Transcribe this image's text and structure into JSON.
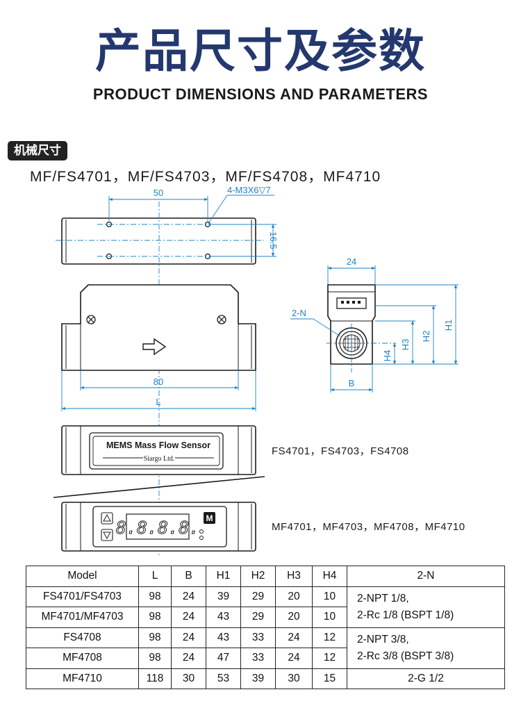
{
  "header": {
    "title_cn": "产品尺寸及参数",
    "title_en": "PRODUCT DIMENSIONS AND PARAMETERS"
  },
  "section": {
    "tag": "机械尺寸",
    "models": "MF/FS4701，MF/FS4703，MF/FS4708，MF4710"
  },
  "drawing": {
    "dim_50": "50",
    "hole_note": "4-M3X6▽7",
    "dim_16_5": "16.5",
    "dim_80": "80",
    "dim_L": "L",
    "dim_24": "24",
    "port_label": "2-N",
    "dim_B": "B",
    "dim_H1": "H1",
    "dim_H2": "H2",
    "dim_H3": "H3",
    "dim_H4": "H4",
    "panel_title": "MEMS Mass Flow Sensor",
    "panel_brand": "Siargo Ltd.",
    "display_value": "8.8.8.8.",
    "m_button": "M",
    "fs_models_caption": "FS4701，FS4703，FS4708",
    "mf_models_caption": "MF4701，MF4703，MF4708，MF4710"
  },
  "table": {
    "headers": [
      "Model",
      "L",
      "B",
      "H1",
      "H2",
      "H3",
      "H4",
      "2-N"
    ],
    "rows": [
      {
        "model": "FS4701/FS4703",
        "L": "98",
        "B": "24",
        "H1": "39",
        "H2": "29",
        "H3": "20",
        "H4": "10"
      },
      {
        "model": "MF4701/MF4703",
        "L": "98",
        "B": "24",
        "H1": "43",
        "H2": "29",
        "H3": "20",
        "H4": "10"
      },
      {
        "model": "FS4708",
        "L": "98",
        "B": "24",
        "H1": "43",
        "H2": "33",
        "H3": "24",
        "H4": "12"
      },
      {
        "model": "MF4708",
        "L": "98",
        "B": "24",
        "H1": "47",
        "H2": "33",
        "H3": "24",
        "H4": "12"
      },
      {
        "model": "MF4710",
        "L": "118",
        "B": "30",
        "H1": "53",
        "H2": "39",
        "H3": "30",
        "H4": "15"
      }
    ],
    "thread_group_1": [
      "2-NPT 1/8,",
      "2-Rc 1/8 (BSPT 1/8)"
    ],
    "thread_group_2": [
      "2-NPT 3/8,",
      "2-Rc 3/8 (BSPT 3/8)"
    ],
    "thread_mf4710": "2-G 1/2"
  },
  "colors": {
    "title": "#24386f",
    "dimension": "#1e83c6",
    "outline": "#1a1a1a"
  }
}
